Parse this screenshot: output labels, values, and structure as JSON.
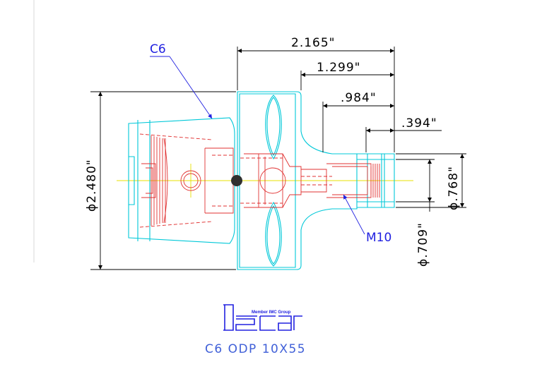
{
  "drawing": {
    "part_label": "C6",
    "thread_label": "M10",
    "title": "C6 ODP 10X55",
    "logo_tag": "Member IMC Group",
    "logo_name": "iscar"
  },
  "dimensions": {
    "overall_length": "2.165\"",
    "length_2": "1.299\"",
    "length_3": ".984\"",
    "length_4": ".394\"",
    "diameter_body": "ϕ2.480\"",
    "diameter_neck": "ϕ.768\"",
    "diameter_tip": "ϕ.709\""
  },
  "colors": {
    "outline": "#00c8d8",
    "hidden": "#e03030",
    "dimension": "#000000",
    "annotation": "#2020e0",
    "centerline": "#e8e000"
  }
}
